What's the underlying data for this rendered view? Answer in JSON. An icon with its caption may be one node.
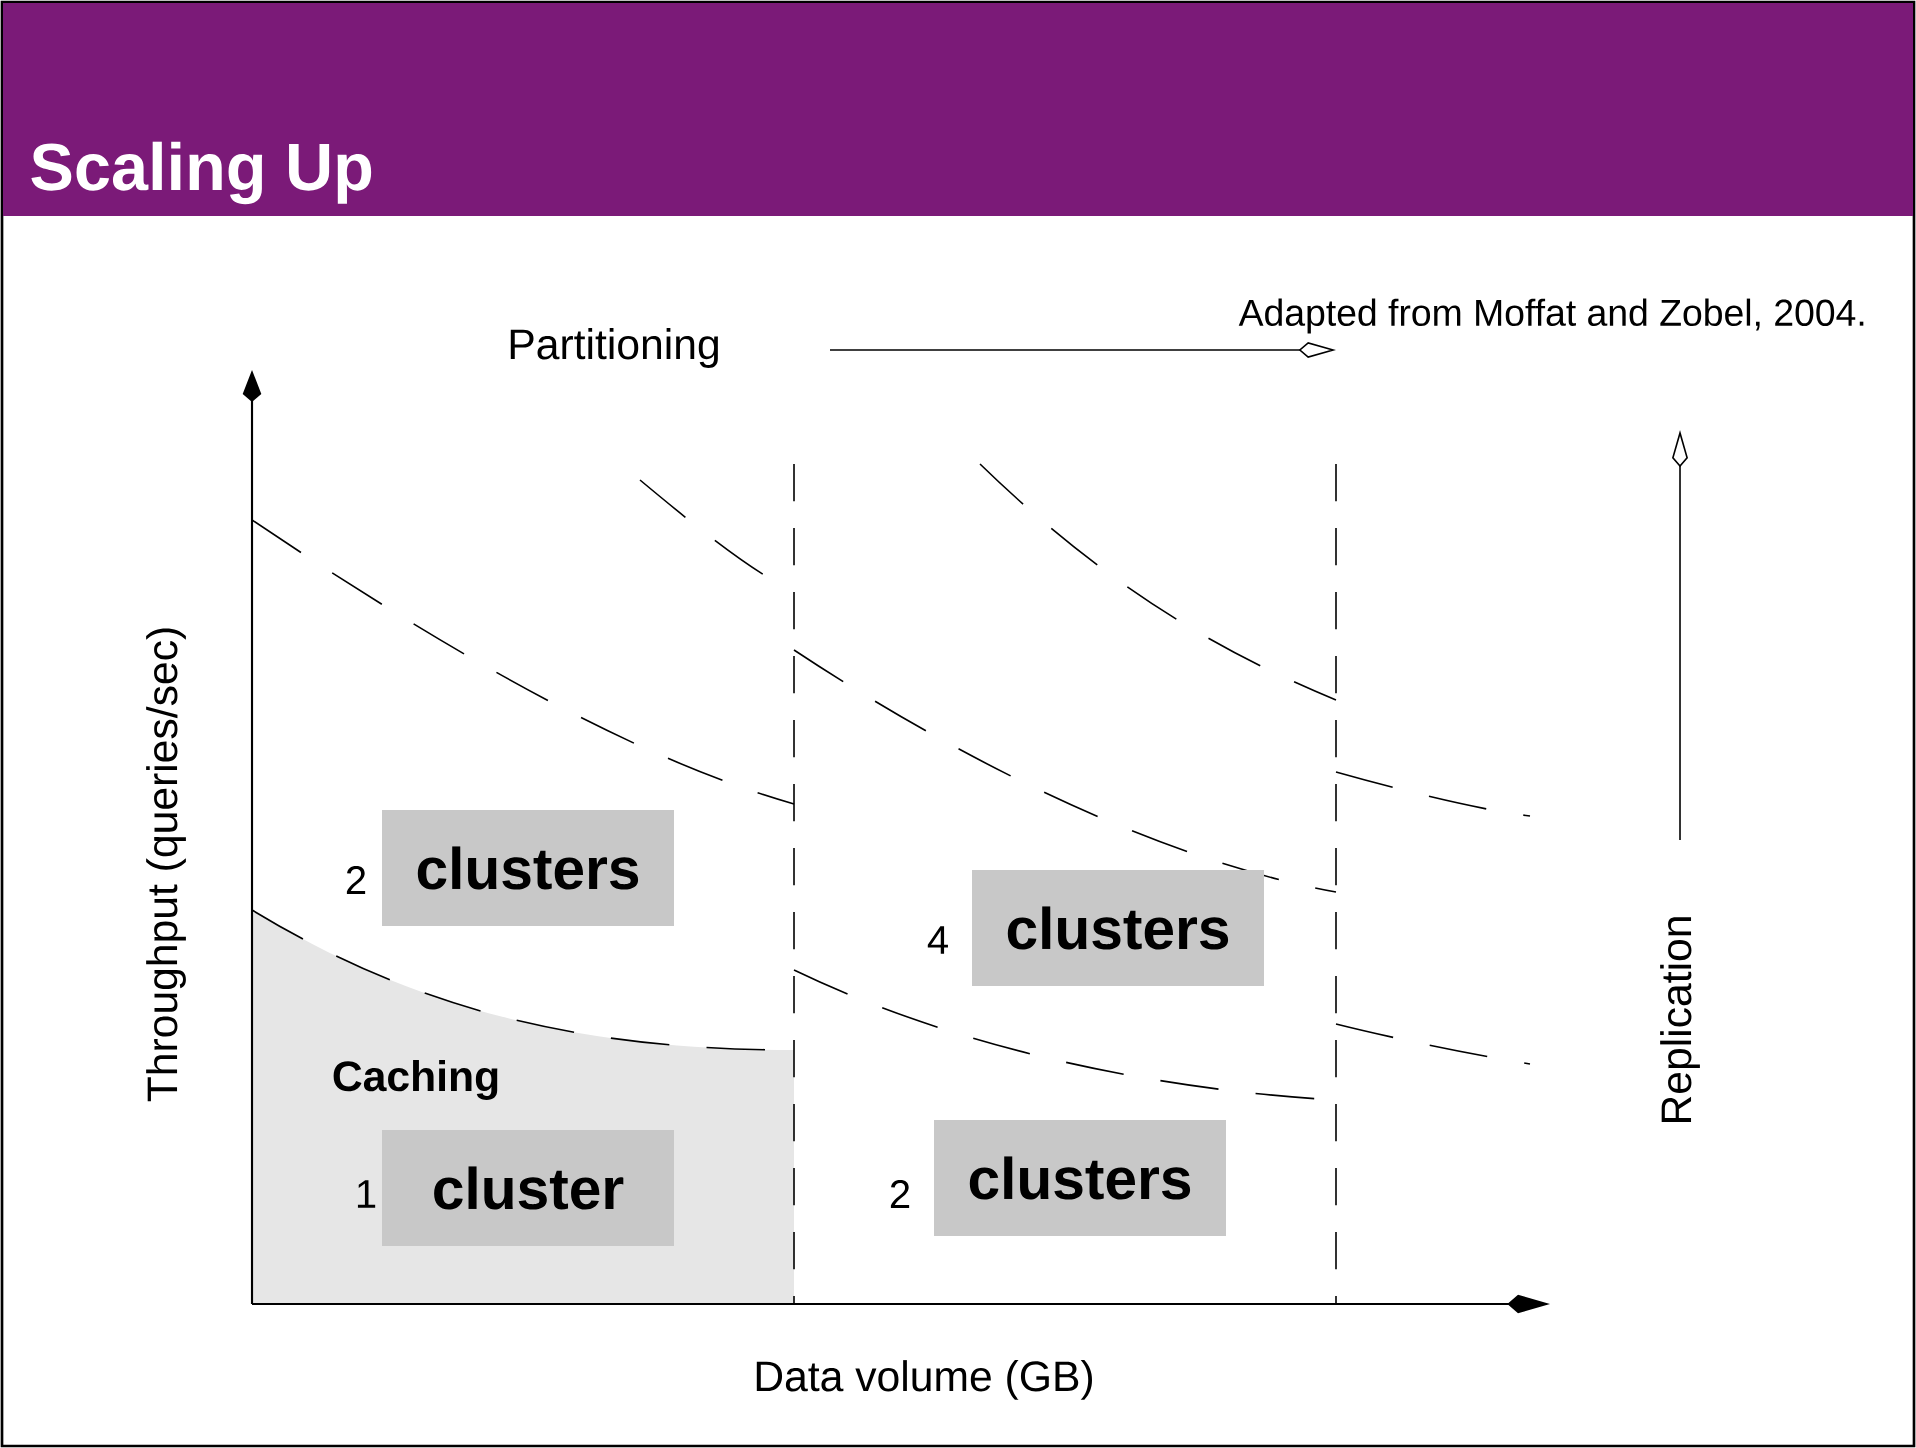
{
  "diagram": {
    "title": "Scaling Up",
    "nodes": [
      {
        "text": [
          "clusters"
        ],
        "beside": [
          "2"
        ]
      },
      {
        "text": [
          "clusters"
        ],
        "beside": [
          "4"
        ]
      },
      {
        "text": [
          "cluster"
        ],
        "beside": [
          "1"
        ]
      },
      {
        "text": [
          "clusters"
        ],
        "beside": [
          "2"
        ]
      }
    ],
    "labels": [
      "Adapted from Moffat and Zobel, 2004.",
      "Partitioning",
      "Throughput (queries/sec)",
      "Caching",
      "Replication",
      "Data volume (GB)"
    ]
  }
}
